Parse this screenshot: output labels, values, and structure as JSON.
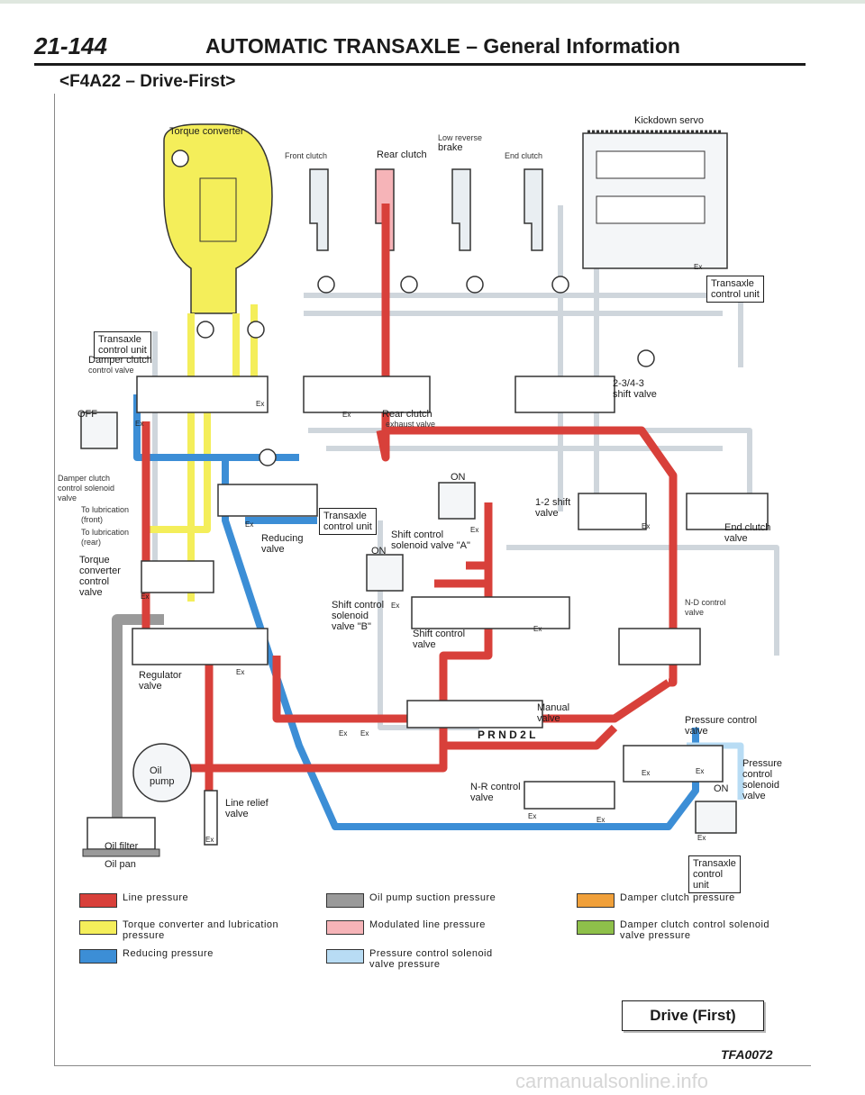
{
  "header": {
    "page_number": "21-144",
    "title": "AUTOMATIC TRANSAXLE – General Information",
    "subtitle": "<F4A22 – Drive-First>"
  },
  "labels": {
    "torque_converter": "Torque converter",
    "front_clutch": "Front clutch",
    "rear_clutch": "Rear clutch",
    "low_reverse_brake_1": "Low reverse",
    "low_reverse_brake_2": "brake",
    "end_clutch": "End clutch",
    "kickdown_servo": "Kickdown servo",
    "transaxle_control_unit_1": "Transaxle",
    "transaxle_control_unit_2": "control unit",
    "transaxle_control_unit_3": "unit",
    "control": "control",
    "damper_clutch_control_valve_1": "Damper clutch",
    "damper_clutch_control_valve_2": "control valve",
    "off": "OFF",
    "on": "ON",
    "ex": "Ex",
    "rear_clutch_exhaust_valve_1": "Rear clutch",
    "rear_clutch_exhaust_valve_2": "exhaust valve",
    "shift_valve_234_3_1": "2-3/4-3",
    "shift_valve_234_3_2": "shift valve",
    "damper_clutch_solenoid_1": "Damper clutch",
    "damper_clutch_solenoid_2": "control solenoid",
    "damper_clutch_solenoid_3": "valve",
    "to_lubrication_front_1": "To lubrication",
    "to_lubrication_front_2": "(front)",
    "to_lubrication_rear_1": "To lubrication",
    "to_lubrication_rear_2": "(rear)",
    "shift_valve_12_1": "1-2 shift",
    "shift_valve_12_2": "valve",
    "end_clutch_valve_1": "End clutch",
    "end_clutch_valve_2": "valve",
    "reducing_valve_1": "Reducing",
    "reducing_valve_2": "valve",
    "shift_control_solenoid_a_1": "Shift control",
    "shift_control_solenoid_a_2": "solenoid valve \"A\"",
    "torque_converter_control_valve_1": "Torque",
    "torque_converter_control_valve_2": "converter",
    "torque_converter_control_valve_3": "control",
    "torque_converter_control_valve_4": "valve",
    "shift_control_solenoid_b_1": "Shift control",
    "shift_control_solenoid_b_2": "solenoid",
    "shift_control_solenoid_b_3": "valve \"B\"",
    "shift_control_valve_1": "Shift control",
    "shift_control_valve_2": "valve",
    "nd_control_valve_1": "N-D control",
    "nd_control_valve_2": "valve",
    "regulator_valve_1": "Regulator",
    "regulator_valve_2": "valve",
    "manual_valve_1": "Manual",
    "manual_valve_2": "valve",
    "prnd2l": "P R N D 2 L",
    "pressure_control_valve_1": "Pressure control",
    "pressure_control_valve_2": "valve",
    "oil_pump_1": "Oil",
    "oil_pump_2": "pump",
    "pressure_control_solenoid_1": "Pressure",
    "pressure_control_solenoid_2": "control",
    "pressure_control_solenoid_3": "solenoid",
    "pressure_control_solenoid_4": "valve",
    "line_relief_valve_1": "Line relief",
    "line_relief_valve_2": "valve",
    "nr_control_valve_1": "N-R control",
    "nr_control_valve_2": "valve",
    "oil_filter": "Oil filter",
    "oil_pan": "Oil pan"
  },
  "legend": [
    {
      "line1": "Line pressure",
      "line2": "",
      "color": "#d8403a"
    },
    {
      "line1": "Oil pump suction pressure",
      "line2": "",
      "color": "#9a9a9a"
    },
    {
      "line1": "Damper clutch pressure",
      "line2": "",
      "color": "#f0a03a"
    },
    {
      "line1": "Torque converter and lubrication",
      "line2": "pressure",
      "color": "#f4ee5a"
    },
    {
      "line1": "Modulated line pressure",
      "line2": "",
      "color": "#f6b4b8"
    },
    {
      "line1": "Damper clutch control solenoid",
      "line2": "valve pressure",
      "color": "#8ec04a"
    },
    {
      "line1": "Reducing pressure",
      "line2": "",
      "color": "#3c8ed6"
    },
    {
      "line1": "Pressure control solenoid",
      "line2": "valve pressure",
      "color": "#b8dcf4"
    }
  ],
  "footer": {
    "state": "Drive (First)",
    "figure_code": "TFA0072",
    "watermark": "carmanualsonline.info"
  },
  "colors": {
    "line": "#d8403a",
    "suction": "#9a9a9a",
    "damper": "#f0a03a",
    "torque": "#f4ee5a",
    "modulated": "#f6b4b8",
    "damper_solenoid": "#8ec04a",
    "reducing": "#3c8ed6",
    "pc_solenoid": "#b8dcf4"
  }
}
